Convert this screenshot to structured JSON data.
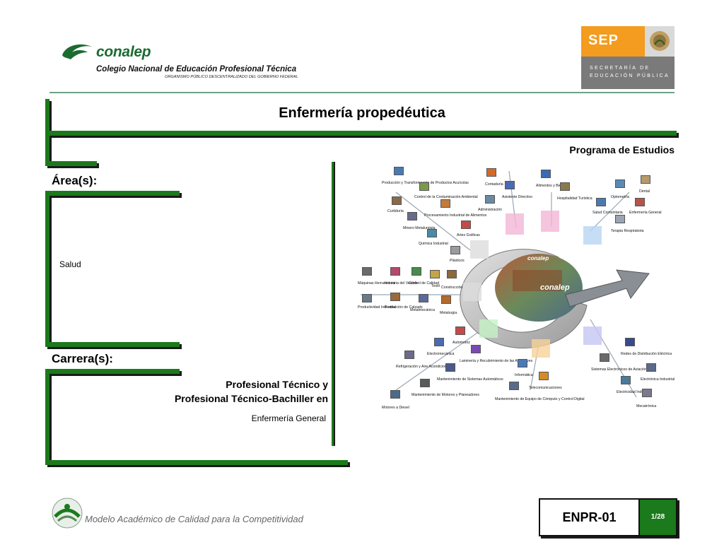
{
  "header": {
    "brand": "conalep",
    "institution": "Colegio Nacional de Educación Profesional Técnica",
    "organism": "ORGANISMO PÚBLICO DESCENTRALIZADO DEL GOBIERNO FEDERAL",
    "sep": {
      "acronym": "SEP",
      "line1": "SECRETARÍA DE",
      "line2": "EDUCACIÓN PÚBLICA"
    }
  },
  "title": "Enfermería propedéutica",
  "subtitle": "Programa de Estudios",
  "area": {
    "heading": "Área(s):",
    "value": "Salud"
  },
  "carrera": {
    "heading": "Carrera(s):",
    "line1": "Profesional Técnico y",
    "line2": "Profesional Técnico-Bachiller en",
    "career": "Enfermería General"
  },
  "diagram": {
    "center_brand": "conalep",
    "careers": [
      "Producción y Transformación de Productos Acuícolas",
      "Control de la Contaminación Ambiental",
      "Curtiduría",
      "Procesamiento Industrial de Alimentos",
      "Minero Metalurgista",
      "Artes Gráficas",
      "Química Industrial",
      "Plásticos",
      "Contaduría",
      "Asistente Directivo",
      "Administración",
      "Alimentos y Bebidas",
      "Hospitalidad Turística",
      "Optometría",
      "Dental",
      "Salud Comunitaria",
      "Enfermería General",
      "Terapia Respiratoria",
      "Máquinas Herramienta",
      "Industria del Vestido",
      "Control de Calidad",
      "Textil",
      "Construcción",
      "Productividad Industrial",
      "Producción de Calzado",
      "Metalmecánica",
      "Metalurgia",
      "Automotriz",
      "Electromecánica",
      "Laminería y Recubrimiento de las Aeronaves",
      "Refrigeración y Aire Acondicionado",
      "Mantenimiento de Sistemas Automáticos",
      "Mantenimiento de Motores y Planeadores",
      "Motores a Diesel",
      "Informática",
      "Telecomunicaciones",
      "Mantenimiento de Equipo de Cómputo y Control Digital",
      "Redes de Distribución Eléctrica",
      "Sistemas Electrónicos de Aviación",
      "Electrónica Industrial",
      "Electricidad Industrial",
      "Mecatrónica"
    ]
  },
  "footer": {
    "slogan": "Modelo Académico de Calidad para la Competitividad",
    "code": "ENPR-01",
    "page": "1/28"
  },
  "colors": {
    "green": "#1b7a1b",
    "conalep_green": "#1c6b31",
    "sep_orange": "#f39c1f",
    "sep_gray": "#7a7a7a"
  }
}
